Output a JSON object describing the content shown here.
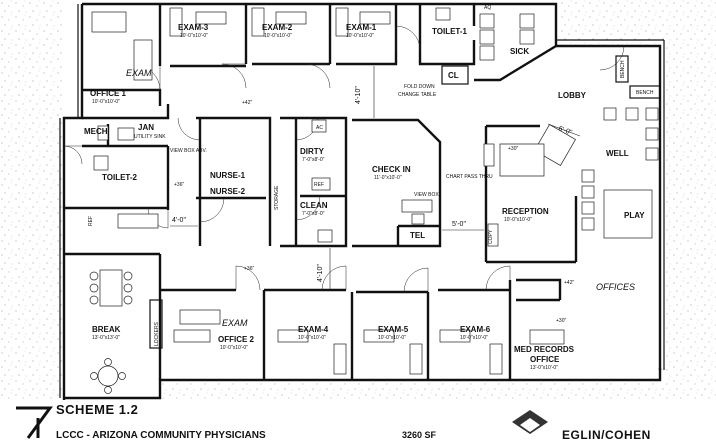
{
  "rooms": {
    "exam3": {
      "label": "EXAM-3",
      "size": "10'-0\"x10'-0\""
    },
    "exam2": {
      "label": "EXAM-2",
      "size": "10'-0\"x10'-0\""
    },
    "exam1": {
      "label": "EXAM-1",
      "size": "10'-0\"x10'-0\""
    },
    "toilet1": {
      "label": "TOILET-1"
    },
    "office1": {
      "label": "OFFICE 1",
      "size": "10'-0\"x10'-0\""
    },
    "jan": {
      "label": "JAN"
    },
    "mech": {
      "label": "MECH"
    },
    "utility_sink": {
      "label": "UTILITY SINK"
    },
    "toilet2": {
      "label": "TOILET-2"
    },
    "nurse1": {
      "label": "NURSE-1"
    },
    "nurse2": {
      "label": "NURSE-2"
    },
    "storage": {
      "label": "STORAGE"
    },
    "dirty": {
      "label": "DIRTY",
      "size": "7'-0\"x8'-0\""
    },
    "clean": {
      "label": "CLEAN",
      "size": "7'-0\"x8'-0\""
    },
    "check_in": {
      "label": "CHECK IN",
      "size": "11'-0\"x10'-0\""
    },
    "sick": {
      "label": "SICK"
    },
    "lobby": {
      "label": "LOBBY"
    },
    "well": {
      "label": "WELL"
    },
    "play": {
      "label": "PLAY"
    },
    "reception": {
      "label": "RECEPTION",
      "size": "10'-0\"x10'-0\""
    },
    "tel": {
      "label": "TEL"
    },
    "break": {
      "label": "BREAK",
      "size": "13'-0\"x13'-0\""
    },
    "lockers": {
      "label": "LOCKERS"
    },
    "office2": {
      "label": "OFFICE 2",
      "size": "10'-0\"x10'-0\""
    },
    "exam4": {
      "label": "EXAM-4",
      "size": "10'-0\"x10'-0\""
    },
    "exam5": {
      "label": "EXAM-5",
      "size": "10'-0\"x10'-0\""
    },
    "exam6": {
      "label": "EXAM-6",
      "size": "10'-0\"x10'-0\""
    },
    "med_records": {
      "label": "MED RECORDS",
      "label2": "OFFICE",
      "size": "13'-0\"x10'-0\""
    }
  },
  "small_labels": {
    "aq": "AQ",
    "cl": "CL",
    "ac": "AC",
    "ref1": "REF",
    "ref2": "REF",
    "bench1": "BENCH",
    "bench2": "BENCH",
    "fold_down": "FOLD DOWN",
    "change_table": "CHANGE TABLE",
    "view_box1": "VIEW BOX ABV.",
    "view_box2": "VIEW BOX",
    "chart_pass": "CHART PASS THRU",
    "copy": "COPY"
  },
  "dimensions": {
    "d1": "4'-10\"",
    "d2": "4'-0\"",
    "d3": "4'-10\"",
    "d4": "5'-0\"",
    "d5": "6'-0\"",
    "h42a": "+42\"",
    "h36a": "+36\"",
    "h36b": "+36\"",
    "h30a": "+30\"",
    "h30b": "+30\"",
    "h42b": "+42\""
  },
  "handwritten": {
    "exam_a": "EXAM",
    "exam_b": "EXAM",
    "offices": "OFFICES"
  },
  "title_block": {
    "scheme": "SCHEME 1.2",
    "project": "LCCC - ARIZONA COMMUNITY PHYSICIANS",
    "area": "3260 SF",
    "firm": "EGLIN/COHEN"
  }
}
